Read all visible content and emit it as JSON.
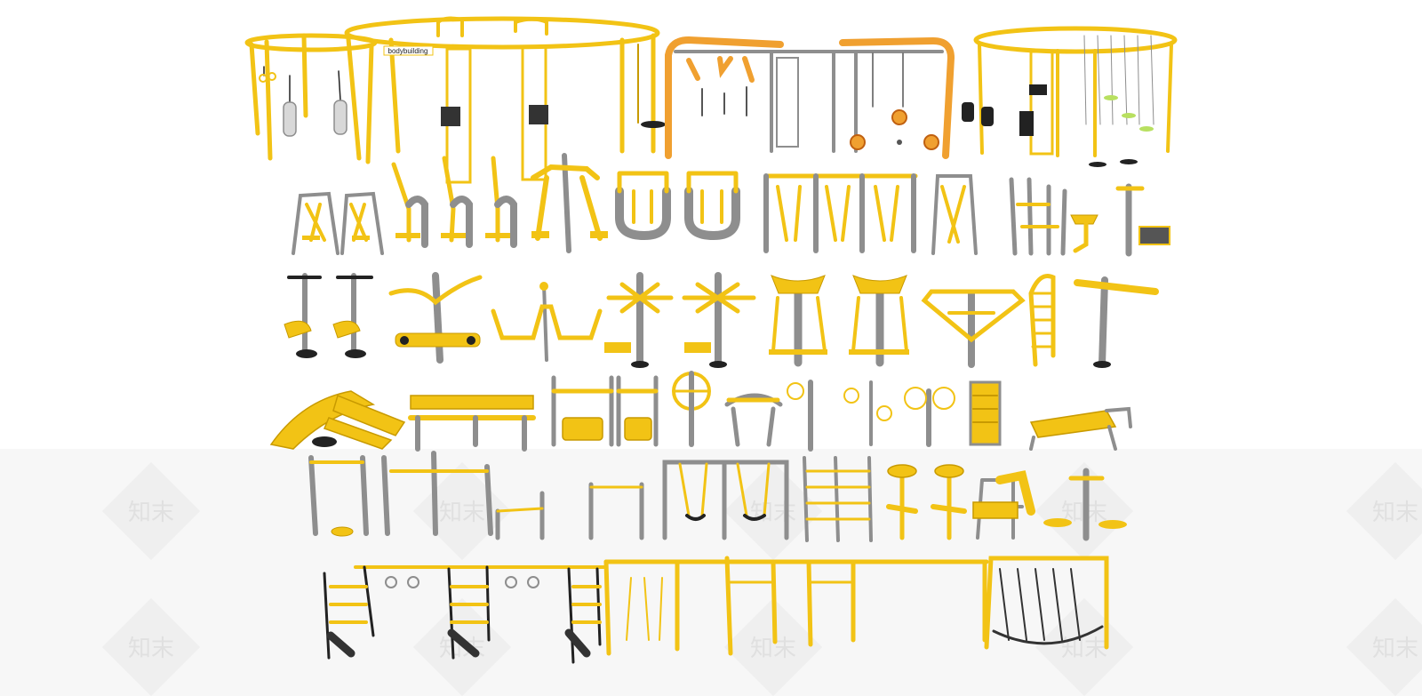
{
  "image": {
    "subject": "outdoor fitness equipment",
    "printed_text": {
      "frame_sign": "bodybuilding",
      "watermark": "知末"
    }
  },
  "colors": {
    "yellow": "#f2c315",
    "yellow_dark": "#c89a00",
    "orange": "#f0a030",
    "gray": "#8e8e8e",
    "gray_dark": "#5a5a5a",
    "black": "#222222",
    "watermark": "#e9e9e9"
  }
}
